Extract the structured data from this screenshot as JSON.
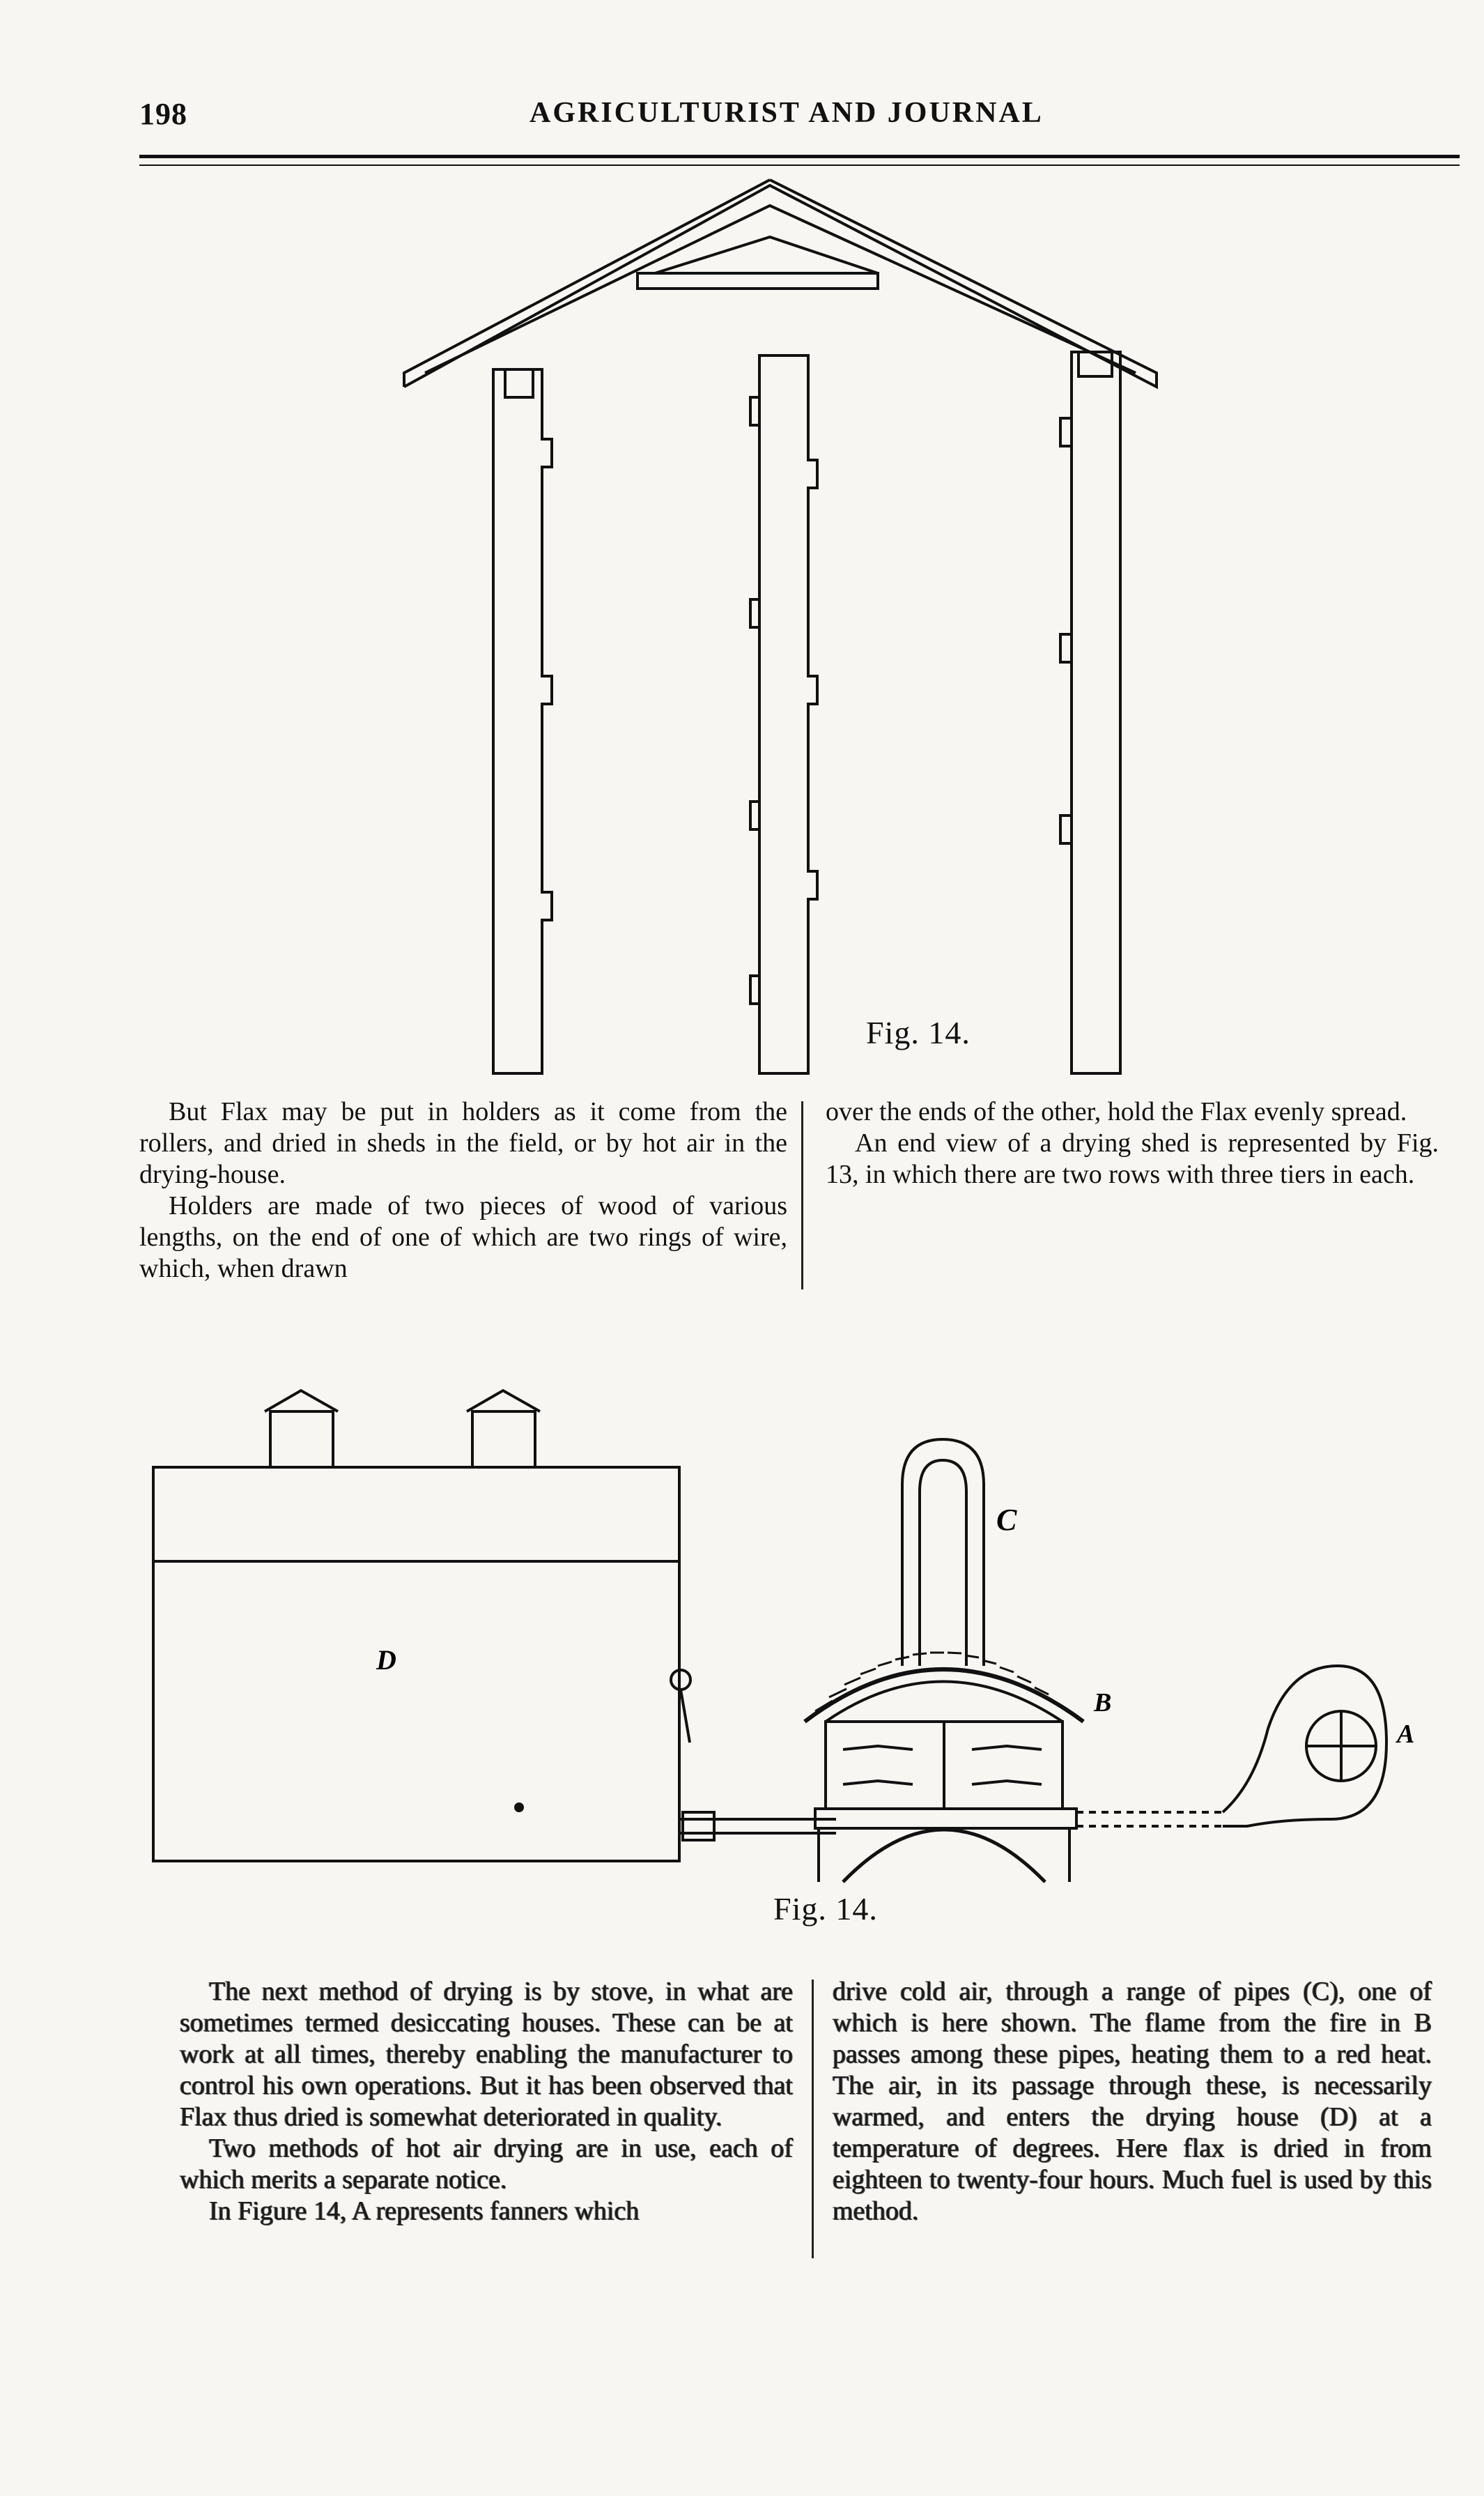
{
  "header": {
    "page_number": "198",
    "title": "AGRICULTURIST AND JOURNAL"
  },
  "figure_top": {
    "caption": "Fig. 14."
  },
  "text_block_1": {
    "left": [
      "But Flax may be put in holders as it come from the rollers, and dried in sheds in the field, or by hot air in the drying-house.",
      "Holders are made of two pieces of wood of various lengths, on the end of one of which are two rings of wire, which, when drawn"
    ],
    "right": [
      "over the ends of the other, hold the Flax evenly spread.",
      "An end view of a drying shed is represented by Fig. 13, in which there are two rows with three tiers in each."
    ]
  },
  "figure_bottom": {
    "caption": "Fig. 14.",
    "labels": {
      "D": "D",
      "C": "C",
      "B": "B",
      "A": "A"
    }
  },
  "text_block_2": {
    "left": [
      "The next method of drying is by stove, in what are sometimes termed desiccating houses. These can be at work at all times, thereby enabling the manufacturer to control his own operations. But it has been observed that Flax thus dried is somewhat deteriorated in quality.",
      "Two methods of hot air drying are in use, each of which merits a separate notice.",
      "In Figure 14, A represents fanners which"
    ],
    "right": [
      "drive cold air, through a range of pipes (C), one of which is here shown. The flame from the fire in B passes among these pipes, heating them to a red heat. The air, in its passage through these, is necessarily warmed, and enters the drying house (D) at a temperature of degrees. Here flax is dried in from eighteen to twenty-four hours. Much fuel is used by this method."
    ]
  }
}
